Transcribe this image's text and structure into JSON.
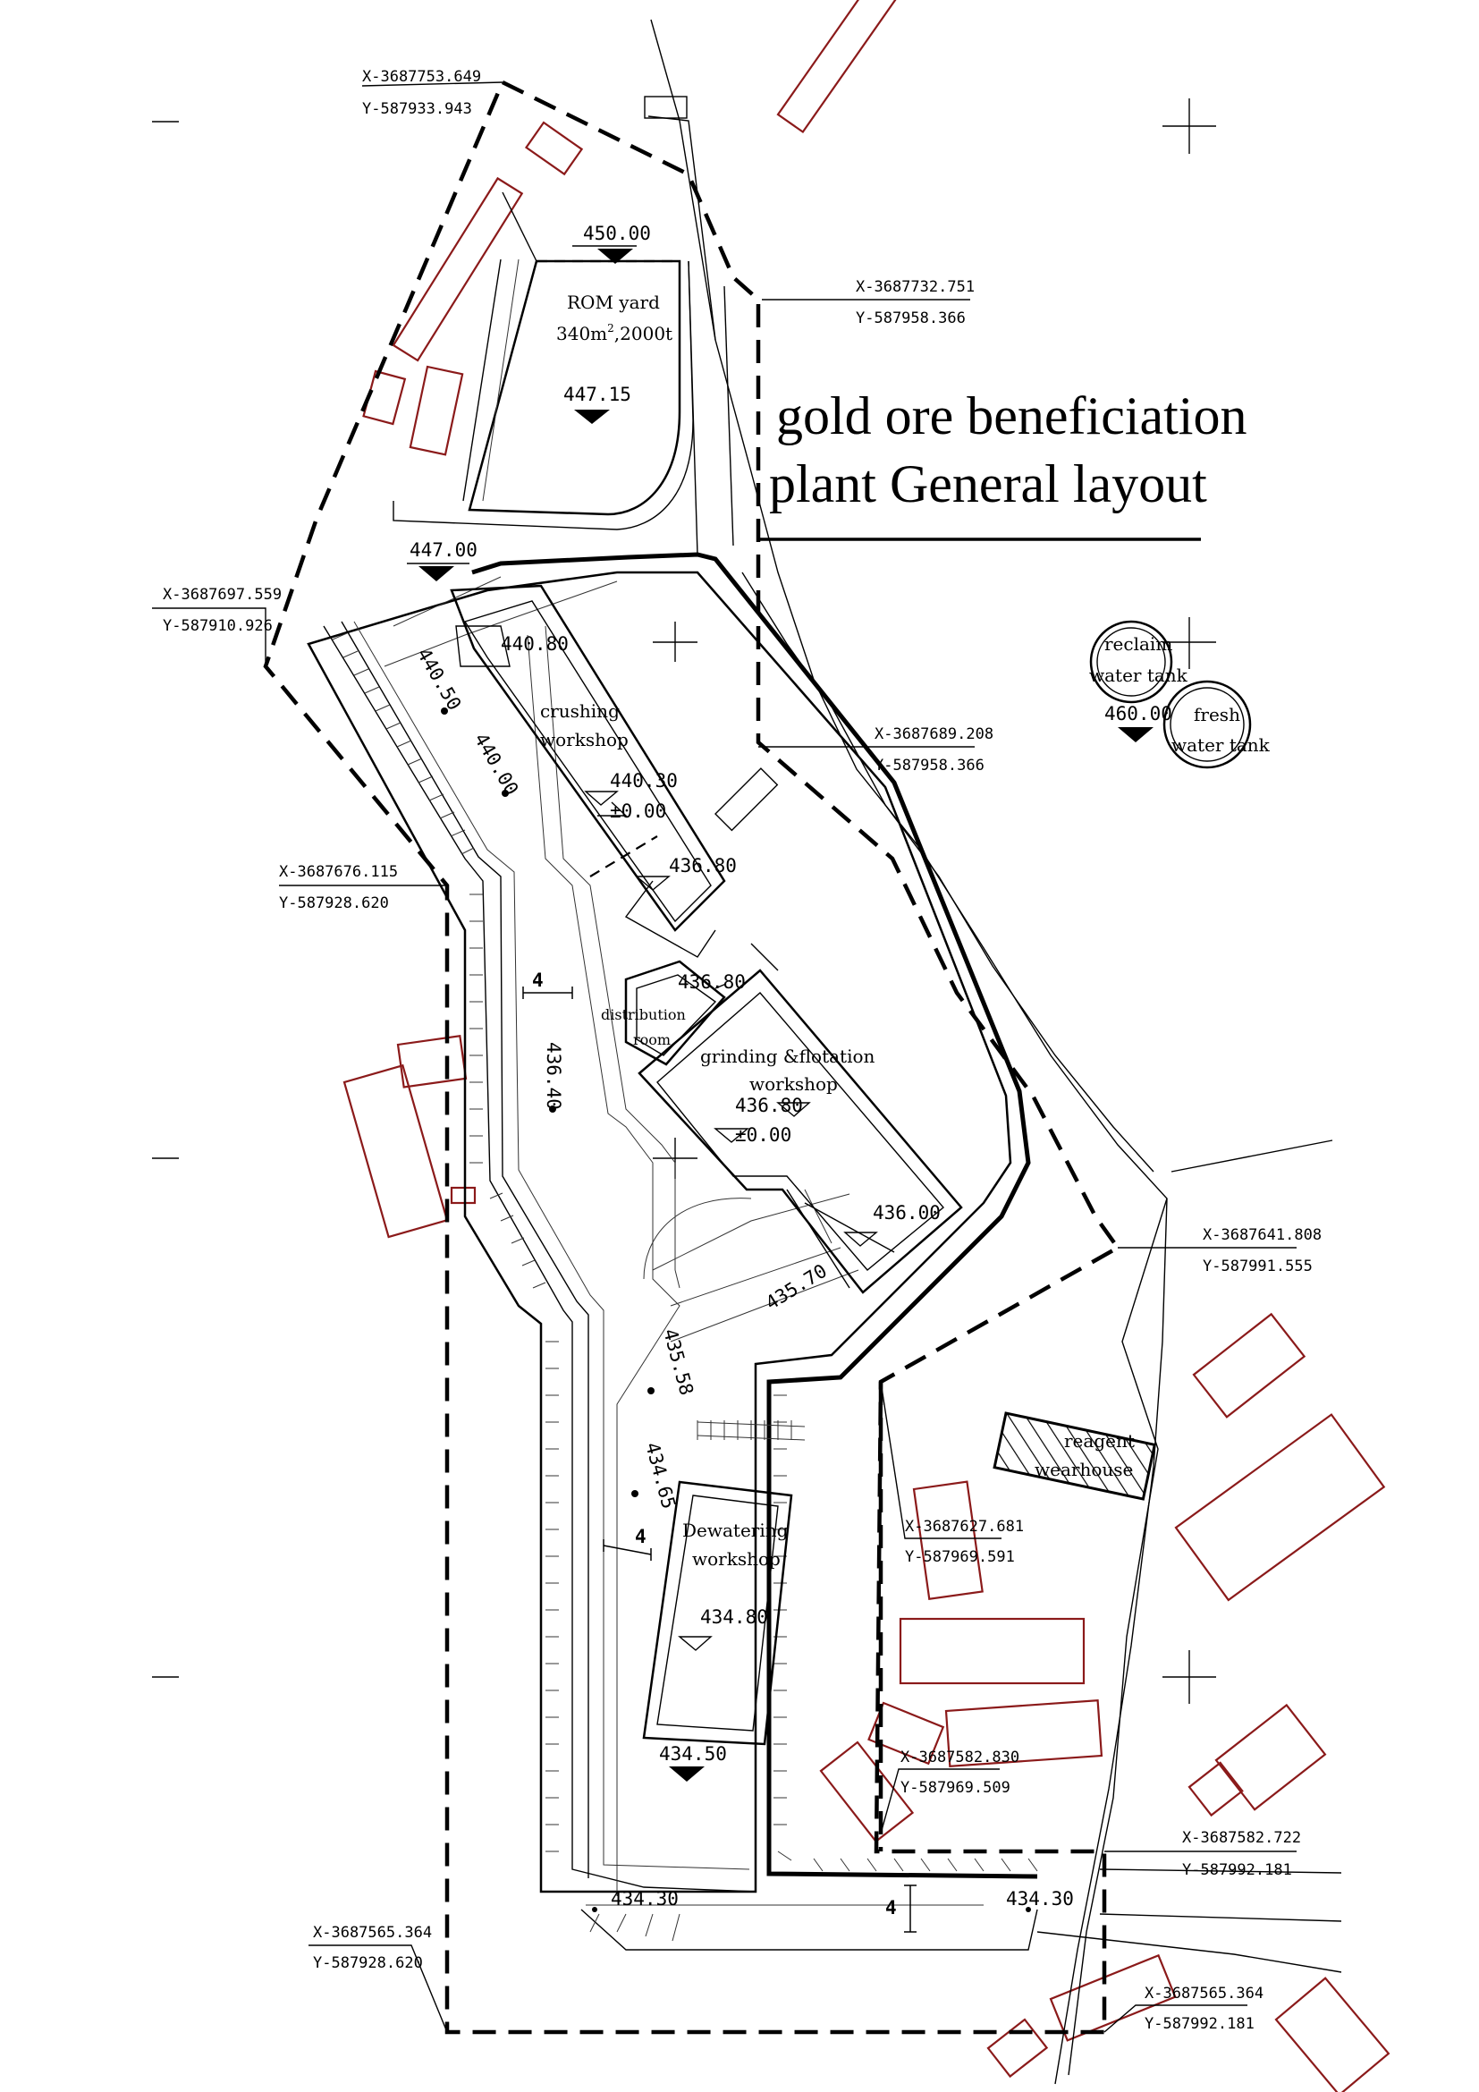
{
  "title": {
    "line1": "gold ore beneficiation",
    "line2": "plant  General layout"
  },
  "buildings": {
    "rom_yard": {
      "name": "ROM yard",
      "capacity_prefix": "340m",
      "capacity_sup": "2",
      "capacity_suffix": ",2000t"
    },
    "crushing": {
      "line1": "crushing",
      "line2": "workshop"
    },
    "distribution": {
      "line1": "distribution",
      "line2": "room"
    },
    "grinding": {
      "line1": "grinding &flotation",
      "line2": "workshop"
    },
    "dewatering": {
      "line1": "Dewatering",
      "line2": "workshop"
    },
    "reagent": {
      "line1": "reagent",
      "line2": "wearhouse"
    },
    "reclaim_tank": {
      "line1": "reclaim",
      "line2": "water tank"
    },
    "fresh_tank": {
      "line1": "fresh",
      "line2": "water tank"
    }
  },
  "elevations": {
    "e450_00": "450.00",
    "e447_15": "447.15",
    "e447_00": "447.00",
    "e440_80": "440.80",
    "e440_50": "440.50",
    "e440_00": "440.00",
    "e440_30": "440.30",
    "pm_0_00_a": "±0.00",
    "e436_80_a": "436.80",
    "e436_80_b": "436.80",
    "e436_80_c": "436.80",
    "pm_0_00_b": "±0.00",
    "e436_40": "436.40",
    "e436_00": "436.00",
    "e435_70": "435.70",
    "e435_58": "435.58",
    "e434_65": "434.65",
    "e434_80": "434.80",
    "e434_50": "434.50",
    "e434_30_a": "434.30",
    "e434_30_b": "434.30",
    "e460_00": "460.00"
  },
  "road_width": {
    "a": "4",
    "b": "4",
    "c": "4"
  },
  "coordinates": {
    "c1": {
      "x": "X-3687753.649",
      "y": "Y-587933.943"
    },
    "c2": {
      "x": "X-3687732.751",
      "y": "Y-587958.366"
    },
    "c3": {
      "x": "X-3687697.559",
      "y": "Y-587910.926"
    },
    "c4": {
      "x": "X-3687689.208",
      "y": "Y-587958.366"
    },
    "c5": {
      "x": "X-3687676.115",
      "y": "Y-587928.620"
    },
    "c6": {
      "x": "X-3687641.808",
      "y": "Y-587991.555"
    },
    "c7": {
      "x": "X-3687627.681",
      "y": "Y-587969.591"
    },
    "c8": {
      "x": "X-3687582.830",
      "y": "Y-587969.509"
    },
    "c9": {
      "x": "X-3687582.722",
      "y": "Y-587992.181"
    },
    "c10": {
      "x": "X-3687565.364",
      "y": "Y-587928.620"
    },
    "c11": {
      "x": "X-3687565.364",
      "y": "Y-587992.181"
    }
  },
  "colors": {
    "existing_building": "#8b1a1a",
    "linework": "#000000"
  }
}
